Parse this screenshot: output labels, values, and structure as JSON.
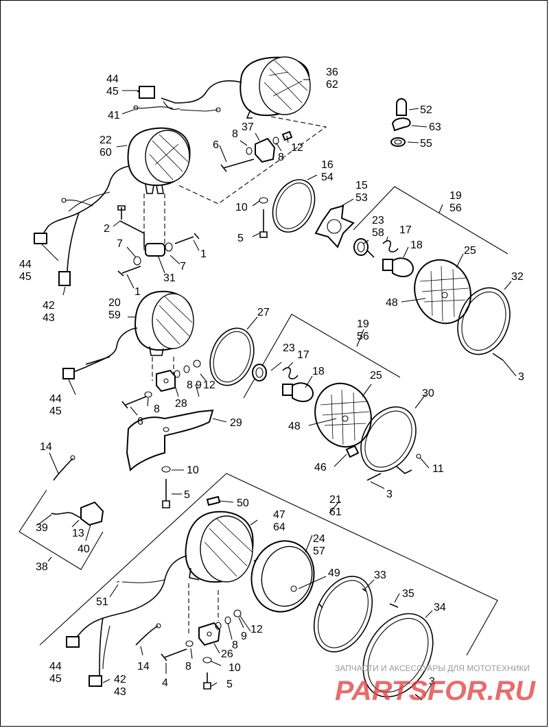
{
  "diagram": {
    "callouts": [
      [
        "44",
        "45"
      ],
      [
        "41"
      ],
      [
        "36",
        "62"
      ],
      [
        "22",
        "60"
      ],
      [
        "37"
      ],
      [
        "8"
      ],
      [
        "6"
      ],
      [
        "8"
      ],
      [
        "12"
      ],
      [
        "52"
      ],
      [
        "63"
      ],
      [
        "55"
      ],
      [
        "16",
        "54"
      ],
      [
        "15",
        "53"
      ],
      [
        "19",
        "56"
      ],
      [
        "10"
      ],
      [
        "5"
      ],
      [
        "2"
      ],
      [
        "7"
      ],
      [
        "1"
      ],
      [
        "7"
      ],
      [
        "31"
      ],
      [
        "1"
      ],
      [
        "44",
        "45"
      ],
      [
        "42",
        "43"
      ],
      [
        "23",
        "58"
      ],
      [
        "17"
      ],
      [
        "18"
      ],
      [
        "25"
      ],
      [
        "48"
      ],
      [
        "32"
      ],
      [
        "3"
      ],
      [
        "20",
        "59"
      ],
      [
        "27"
      ],
      [
        "19",
        "56"
      ],
      [
        "23"
      ],
      [
        "17"
      ],
      [
        "18"
      ],
      [
        "25"
      ],
      [
        "48"
      ],
      [
        "8"
      ],
      [
        "9"
      ],
      [
        "12"
      ],
      [
        "28"
      ],
      [
        "8"
      ],
      [
        "6"
      ],
      [
        "29"
      ],
      [
        "44",
        "45"
      ],
      [
        "30"
      ],
      [
        "46"
      ],
      [
        "11"
      ],
      [
        "3"
      ],
      [
        "14"
      ],
      [
        "10"
      ],
      [
        "5"
      ],
      [
        "39"
      ],
      [
        "13"
      ],
      [
        "40"
      ],
      [
        "38"
      ],
      [
        "50"
      ],
      [
        "47",
        "64"
      ],
      [
        "21",
        "61"
      ],
      [
        "24",
        "57"
      ],
      [
        "49"
      ],
      [
        "33"
      ],
      [
        "35"
      ],
      [
        "34"
      ],
      [
        "51"
      ],
      [
        "8"
      ],
      [
        "9"
      ],
      [
        "12"
      ],
      [
        "26"
      ],
      [
        "8"
      ],
      [
        "10"
      ],
      [
        "44",
        "45"
      ],
      [
        "14"
      ],
      [
        "4"
      ],
      [
        "5"
      ],
      [
        "42",
        "43"
      ],
      [
        "3"
      ]
    ]
  },
  "watermark": {
    "caption": "ЗАПЧАСТИ И АКСЕССУАРЫ ДЛЯ МОТОТЕХНИКИ",
    "logo": "PARTSFOR.RU",
    "color": "#e23b3b"
  }
}
